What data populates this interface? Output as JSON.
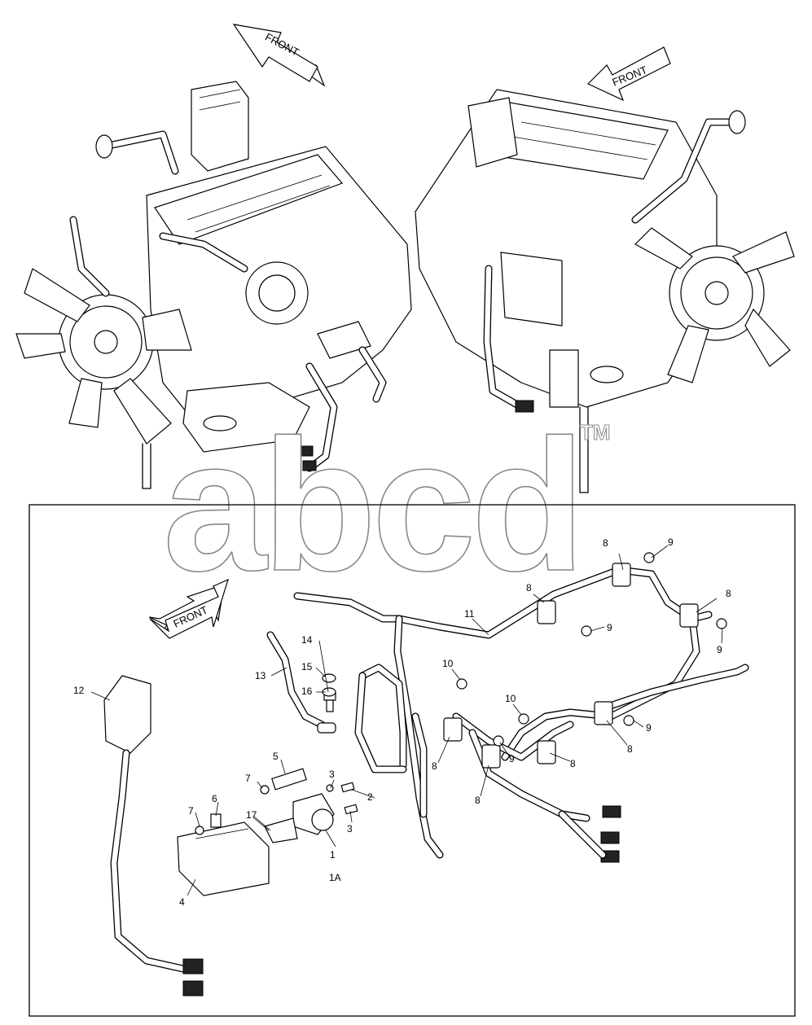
{
  "arrows": {
    "front_top_left": "FRONT",
    "front_top_right": "FRONT",
    "front_inset": "FRONT"
  },
  "watermark": {
    "text": "abcd",
    "trademark": "TM"
  },
  "corner_code": "",
  "callouts": [
    {
      "id": "c1",
      "text": "1"
    },
    {
      "id": "c1a",
      "text": "1A"
    },
    {
      "id": "c2",
      "text": "2"
    },
    {
      "id": "c3a",
      "text": "3"
    },
    {
      "id": "c3b",
      "text": "3"
    },
    {
      "id": "c4",
      "text": "4"
    },
    {
      "id": "c5",
      "text": "5"
    },
    {
      "id": "c6",
      "text": "6"
    },
    {
      "id": "c7a",
      "text": "7"
    },
    {
      "id": "c7b",
      "text": "7"
    },
    {
      "id": "c8a",
      "text": "8"
    },
    {
      "id": "c8b",
      "text": "8"
    },
    {
      "id": "c8c",
      "text": "8"
    },
    {
      "id": "c8d",
      "text": "8"
    },
    {
      "id": "c8e",
      "text": "8"
    },
    {
      "id": "c8f",
      "text": "8"
    },
    {
      "id": "c8g",
      "text": "8"
    },
    {
      "id": "c9a",
      "text": "9"
    },
    {
      "id": "c9b",
      "text": "9"
    },
    {
      "id": "c9c",
      "text": "9"
    },
    {
      "id": "c9d",
      "text": "9"
    },
    {
      "id": "c9e",
      "text": "9"
    },
    {
      "id": "c10a",
      "text": "10"
    },
    {
      "id": "c10b",
      "text": "10"
    },
    {
      "id": "c11",
      "text": "11"
    },
    {
      "id": "c12",
      "text": "12"
    },
    {
      "id": "c13",
      "text": "13"
    },
    {
      "id": "c14",
      "text": "14"
    },
    {
      "id": "c15",
      "text": "15"
    },
    {
      "id": "c16",
      "text": "16"
    },
    {
      "id": "c17",
      "text": "17"
    }
  ]
}
